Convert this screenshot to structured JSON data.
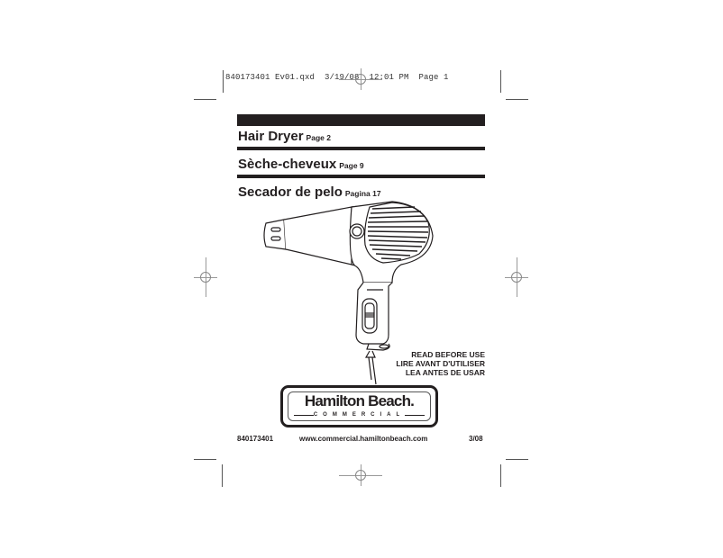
{
  "slug": "840173401 Ev01.qxd  3/19/08  12:01 PM  Page 1",
  "titles": [
    {
      "name": "Hair Dryer",
      "page": "Page 2"
    },
    {
      "name": "Sèche-cheveux",
      "page": "Page 9"
    },
    {
      "name": "Secador de pelo",
      "page": "Pagina 17"
    }
  ],
  "notice": {
    "line1": "READ BEFORE USE",
    "line2": "LIRE AVANT D'UTILISER",
    "line3": "LEA ANTES DE USAR"
  },
  "logo": {
    "brand": "Hamilton Beach.",
    "sub": "COMMERCIAL"
  },
  "footer": {
    "part_number": "840173401",
    "website": "www.commercial.hamiltonbeach.com",
    "date": "3/08"
  },
  "illustration": "hair-dryer-line-drawing",
  "colors": {
    "ink": "#231f20",
    "paper": "#ffffff"
  }
}
